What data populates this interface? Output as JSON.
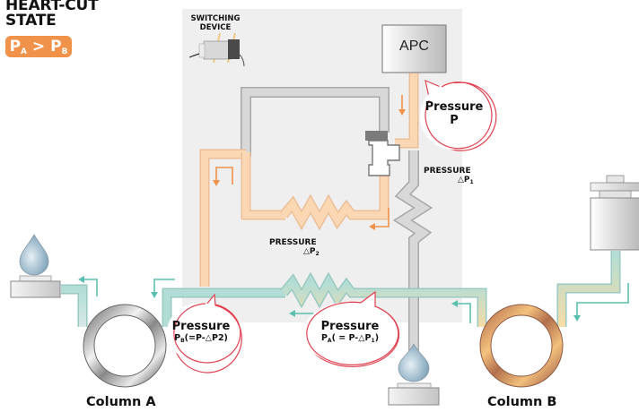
{
  "header": {
    "title_line1": "HEART-CUT",
    "title_line2": "STATE",
    "condition": {
      "left": "P",
      "left_sub": "A",
      "op": ">",
      "right": "P",
      "right_sub": "B"
    }
  },
  "switching_device": {
    "label_line1": "SWITCHING",
    "label_line2": "DEVICE"
  },
  "apc": {
    "label": "APC"
  },
  "pressure_labels": {
    "dp1": {
      "title": "PRESSURE",
      "symbol": "△P",
      "sub": "1"
    },
    "dp2": {
      "title": "PRESSURE",
      "symbol": "△P",
      "sub": "2"
    }
  },
  "bubbles": {
    "p": {
      "title": "Pressure",
      "value": "P"
    },
    "pb": {
      "title": "Pressure",
      "prefix": "P",
      "sub": "B",
      "formula": "(=P-△P2)"
    },
    "pa": {
      "title": "Pressure",
      "prefix": "P",
      "sub": "A",
      "formula": "( = P-△P",
      "formula_sub": "1",
      "formula_end": ")"
    }
  },
  "columns": {
    "a": {
      "label": "Column A"
    },
    "b": {
      "label": "Column B"
    }
  },
  "colors": {
    "panel": "#efefef",
    "orange_line": "#fbd7b4",
    "orange_arrow": "#f0924a",
    "teal_line": "#b2ddd6",
    "teal_arrow": "#5bbfb0",
    "gray_line": "#d8d8d8",
    "bubble_stroke": "#e04050",
    "badge": "#f0924a"
  }
}
